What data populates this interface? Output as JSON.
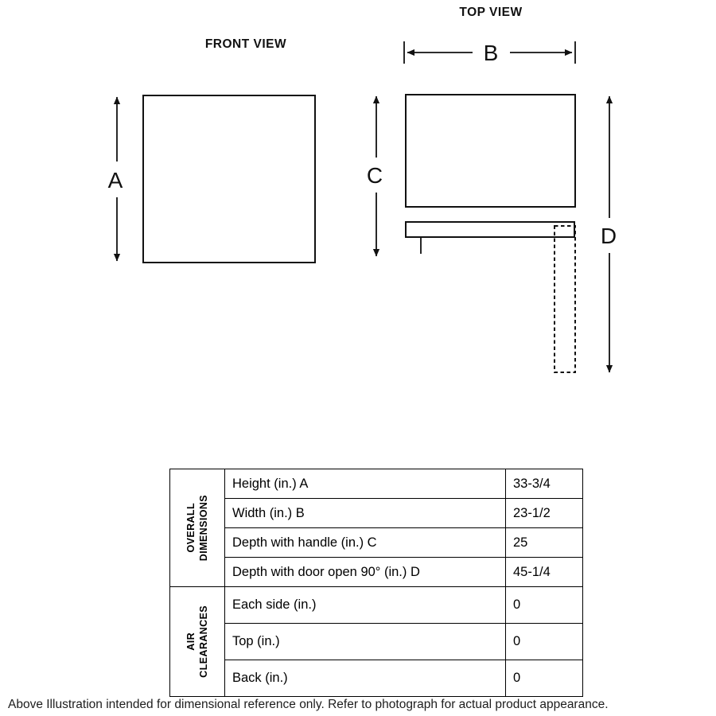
{
  "diagram": {
    "front_view_title": "FRONT VIEW",
    "top_view_title": "TOP VIEW",
    "dims": {
      "a": "A",
      "b": "B",
      "c": "C",
      "d": "D"
    }
  },
  "table": {
    "sections": [
      {
        "group_lines": [
          "OVERALL",
          "DIMENSIONS"
        ],
        "rows": [
          {
            "label": "Height (in.) A",
            "value": "33-3/4"
          },
          {
            "label": "Width (in.) B",
            "value": "23-1/2"
          },
          {
            "label": "Depth with handle (in.) C",
            "value": "25"
          },
          {
            "label": "Depth with door open 90° (in.) D",
            "value": "45-1/4"
          }
        ]
      },
      {
        "group_lines": [
          "AIR",
          "CLEARANCES"
        ],
        "rows": [
          {
            "label": "Each side (in.)",
            "value": "0"
          },
          {
            "label": "Top (in.)",
            "value": "0"
          },
          {
            "label": "Back (in.)",
            "value": "0"
          }
        ]
      }
    ]
  },
  "footer": {
    "note": "Above Illustration intended for dimensional reference only. Refer to photograph for actual product appearance."
  }
}
